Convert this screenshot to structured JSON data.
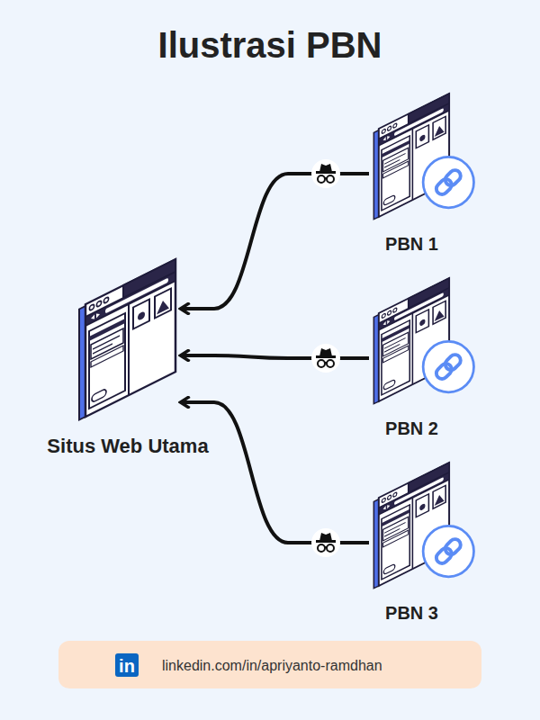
{
  "diagram": {
    "title": "Ilustrasi PBN",
    "nodes": [
      {
        "text": [
          "Situs Web Utama"
        ]
      },
      {
        "text": [
          "PBN 1"
        ]
      },
      {
        "text": [
          "PBN 2"
        ]
      },
      {
        "text": [
          "PBN 3"
        ]
      }
    ],
    "edges": [
      {
        "from": 1,
        "to": 0,
        "arrow": "to"
      },
      {
        "from": 2,
        "to": 0,
        "arrow": "to"
      },
      {
        "from": 3,
        "to": 0,
        "arrow": "to"
      }
    ],
    "labels": [
      "in",
      "linkedin.com/in/apriyanto-ramdhan"
    ]
  }
}
